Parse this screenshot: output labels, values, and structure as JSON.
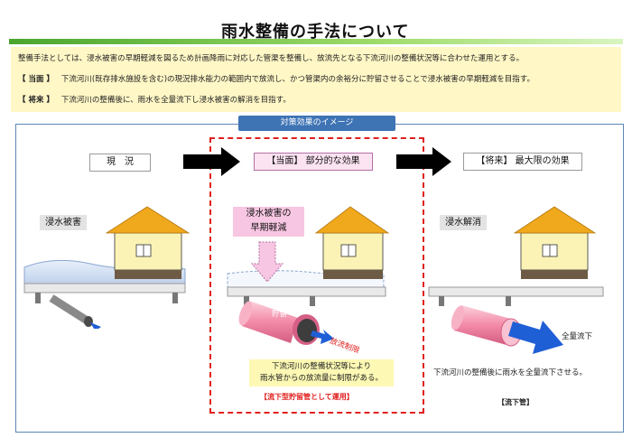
{
  "title": "雨水整備の手法について",
  "info": {
    "line1": "整備手法としては、浸水被害の早期軽減を図るため計画降雨に対応した管渠を整備し、放流先となる下流河川の整備状況等に合わせた運用とする。",
    "current_tag": "【 当面 】",
    "current_text": "下流河川(既存排水施設を含む)の現況排水能力の範囲内で放流し、かつ管渠内の余裕分に貯留させることで浸水被害の早期軽減を目指す。",
    "future_tag": "【 将来 】",
    "future_text": "下流河川の整備後に、雨水を全量流下し浸水被害の解消を目指す。"
  },
  "diagram": {
    "header": "対策効果のイメージ",
    "stage_now": "現　況",
    "stage_interim": "【当面】 部分的な効果",
    "stage_future": "【将来】 最大限の効果",
    "label_damage": "浸水被害",
    "label_early": "浸水被害の\n早期軽減",
    "label_resolved": "浸水解消",
    "storage": "貯留",
    "discharge_limit": "放流制限",
    "note_interim": "下流河川の整備状況等により\n雨水管からの放流量に制限がある。",
    "note_interim_run": "【流下型貯留管として運用】",
    "full_outflow": "全量流下",
    "note_future": "下流河川の整備後に雨水を全量流下させる。",
    "note_future_pipe": "【流下管】"
  },
  "colors": {
    "title_bar": "#4aa62e",
    "info_bg": "#fff7c6",
    "header_bg": "#3e73b4",
    "roof": "#f0a81c",
    "wall": "#fbf3b6",
    "pipe_red": "#f38aa7",
    "arrow_blue": "#1f5fd6",
    "dashed_red": "#e0201d"
  }
}
